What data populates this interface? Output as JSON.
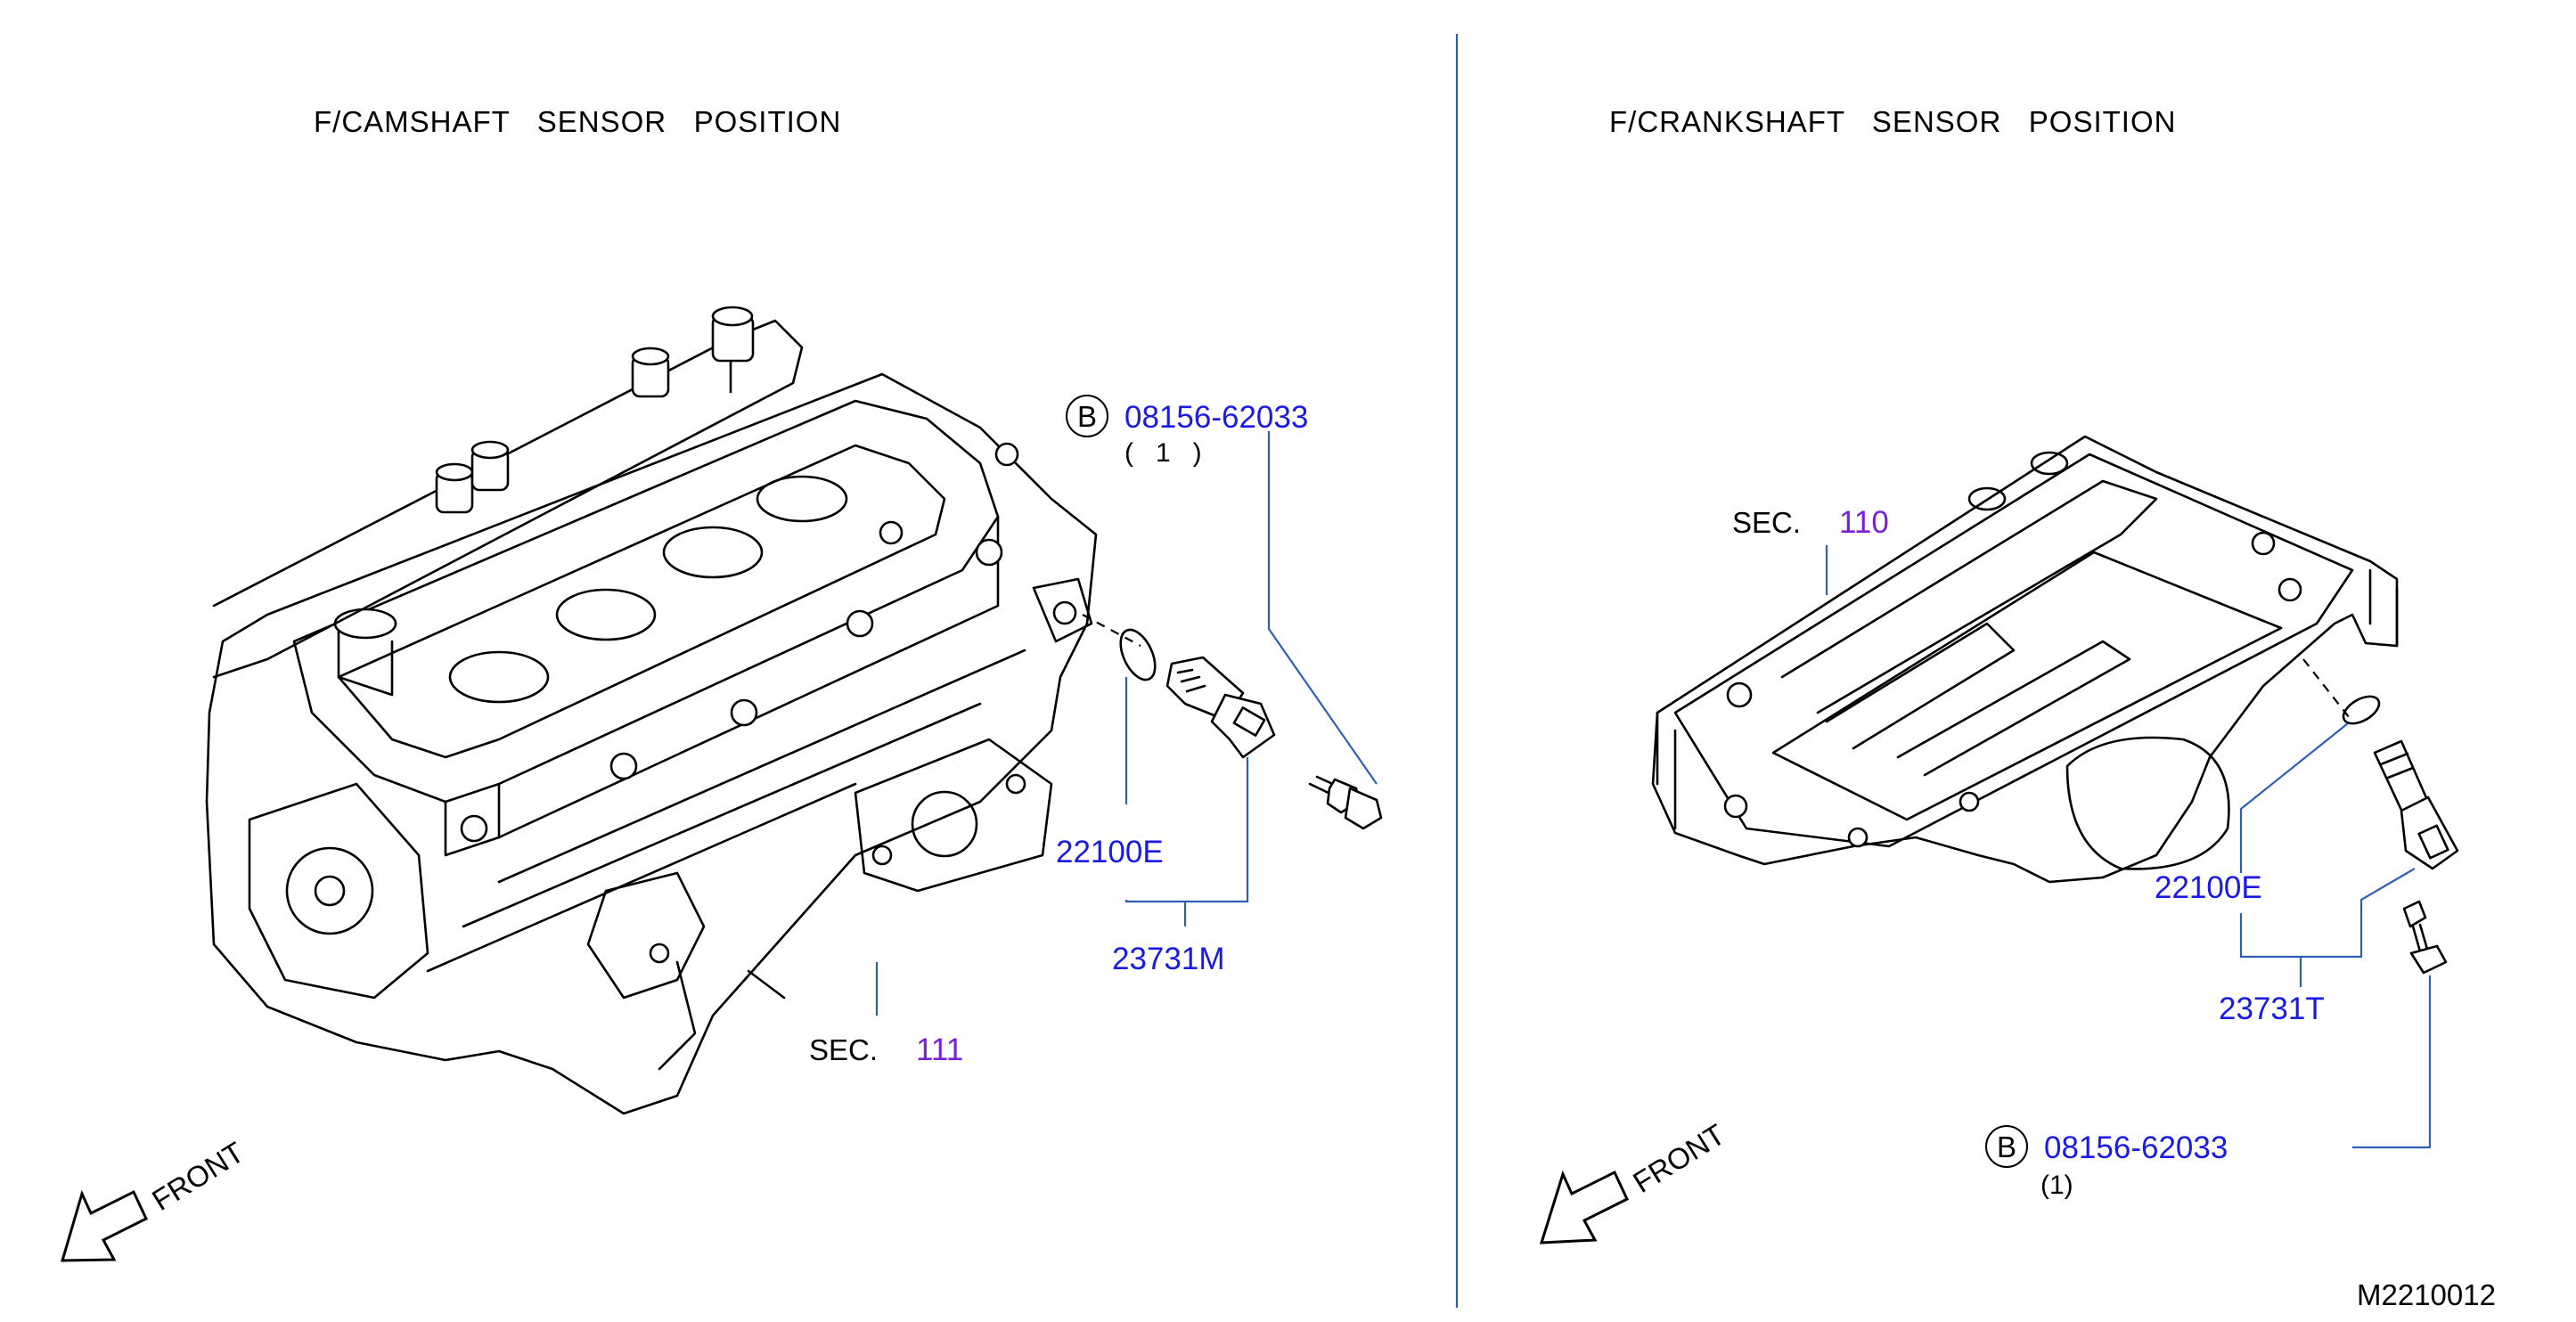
{
  "left_panel": {
    "title": "F/CAMSHAFT   SENSOR   POSITION",
    "bolt_marker": "B",
    "bolt_part": "08156-62033",
    "bolt_qty": "(   1   )",
    "oring_part": "22100E",
    "sensor_part": "23731M",
    "sec_label": "SEC.",
    "sec_number": "111",
    "front_label": "FRONT"
  },
  "right_panel": {
    "title": "F/CRANKSHAFT   SENSOR   POSITION",
    "sec_label": "SEC.",
    "sec_number": "110",
    "oring_part": "22100E",
    "sensor_part": "23731T",
    "bolt_marker": "B",
    "bolt_part": "08156-62033",
    "bolt_qty": "(1)",
    "front_label": "FRONT"
  },
  "diagram_code": "M2210012",
  "colors": {
    "part_number": "#1a1ae6",
    "section_number": "#7a1fd6",
    "leader_line": "#2f5fb5",
    "divider": "#2f5fb5"
  }
}
